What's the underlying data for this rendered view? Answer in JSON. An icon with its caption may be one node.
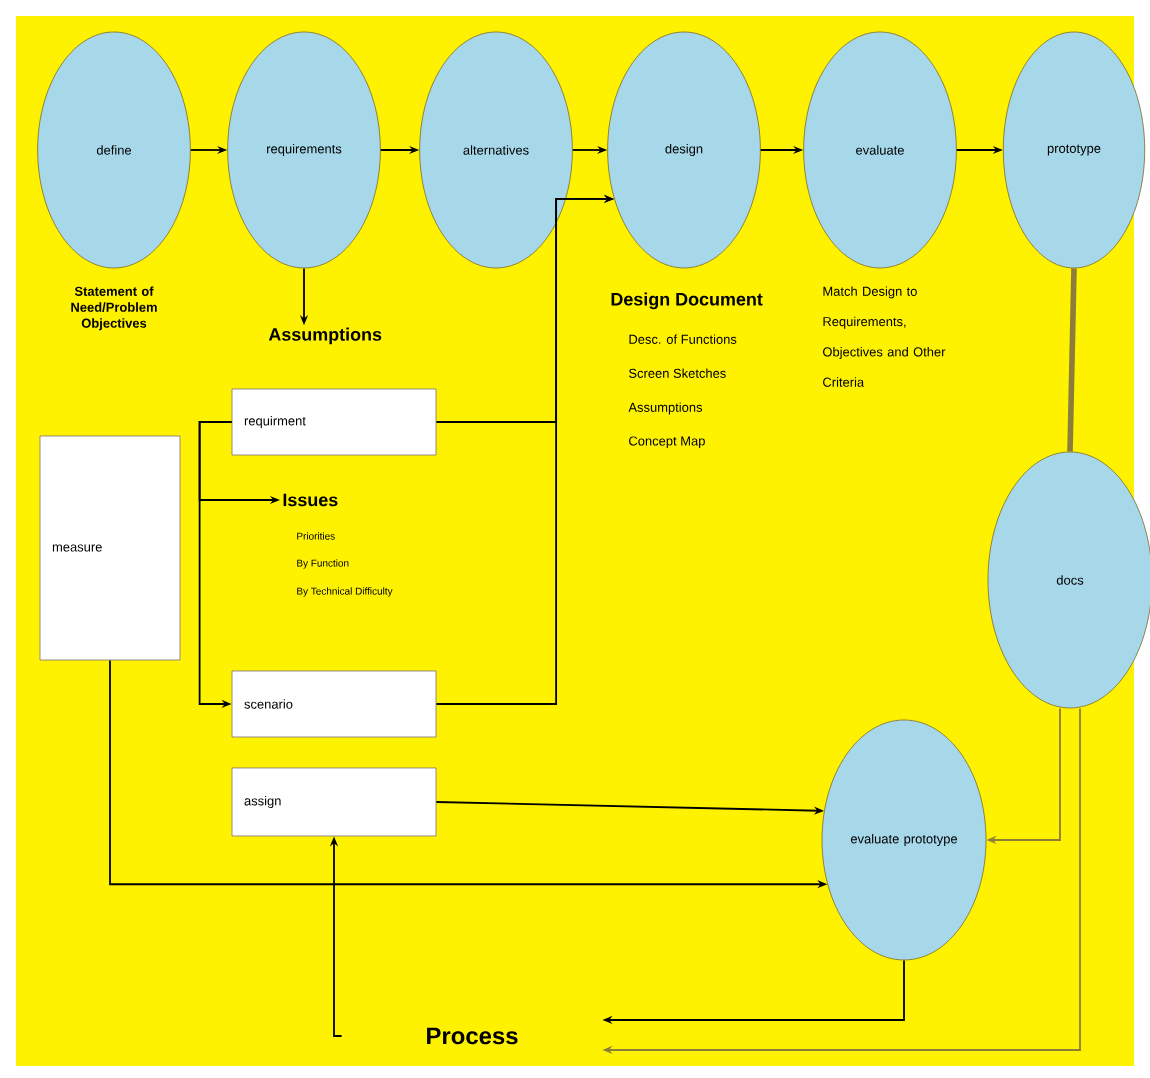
{
  "diagram": {
    "nodes": [
      {
        "text": [
          "define"
        ],
        "beside": [
          "Statement of Need/Problem Objectives"
        ]
      },
      {
        "text": [
          "requirements"
        ]
      },
      {
        "text": [
          "alternatives"
        ]
      },
      {
        "text": [
          "design"
        ],
        "beside": [
          "Design Document",
          "Desc. of Functions",
          "Screen Sketches",
          "Assumptions",
          "Concept Map"
        ]
      },
      {
        "text": [
          "evaluate"
        ],
        "beside": [
          "Match Design to Requirements, Objectives and Other Criteria"
        ]
      },
      {
        "text": [
          "prototype"
        ]
      },
      {
        "text": [
          "Assumptions"
        ]
      },
      {
        "text": [
          "requirment"
        ]
      },
      {
        "text": [
          "measure"
        ]
      },
      {
        "text": [
          "Issues"
        ],
        "beside": [
          "Priorities",
          "By Function",
          "By Technical Difficulty"
        ]
      },
      {
        "text": [
          "scenario"
        ]
      },
      {
        "text": [
          "assign"
        ]
      },
      {
        "text": [
          "docs"
        ]
      },
      {
        "text": [
          "evaluate prototype"
        ]
      },
      {
        "text": [
          "Process"
        ]
      }
    ],
    "edges": [
      {
        "from": 0,
        "to": 1,
        "arrow": "to"
      },
      {
        "from": 1,
        "to": 2,
        "arrow": "to"
      },
      {
        "from": 2,
        "to": 3,
        "arrow": "to"
      },
      {
        "from": 3,
        "to": 4,
        "arrow": "to"
      },
      {
        "from": 4,
        "to": 5,
        "arrow": "to"
      },
      {
        "from": 1,
        "to": 6,
        "arrow": "to"
      },
      {
        "from": 7,
        "to": 9,
        "arrow": "to"
      },
      {
        "from": 7,
        "to": 10,
        "arrow": "to"
      },
      {
        "from": 7,
        "to": 3,
        "arrow": "to"
      },
      {
        "from": 10,
        "to": 3,
        "arrow": "to"
      },
      {
        "from": 5,
        "to": 12,
        "arrow": "none",
        "style": "thick",
        "color": "#8b7d3a"
      },
      {
        "from": 12,
        "to": 13,
        "arrow": "to",
        "color": "#8b7d3a"
      },
      {
        "from": 12,
        "to": 14,
        "arrow": "to",
        "color": "#8b7d3a"
      },
      {
        "from": 11,
        "to": 13,
        "arrow": "to"
      },
      {
        "from": 8,
        "to": 13,
        "arrow": "to"
      },
      {
        "from": 13,
        "to": 14,
        "arrow": "to"
      },
      {
        "from": 14,
        "to": 11,
        "arrow": "to"
      }
    ]
  }
}
